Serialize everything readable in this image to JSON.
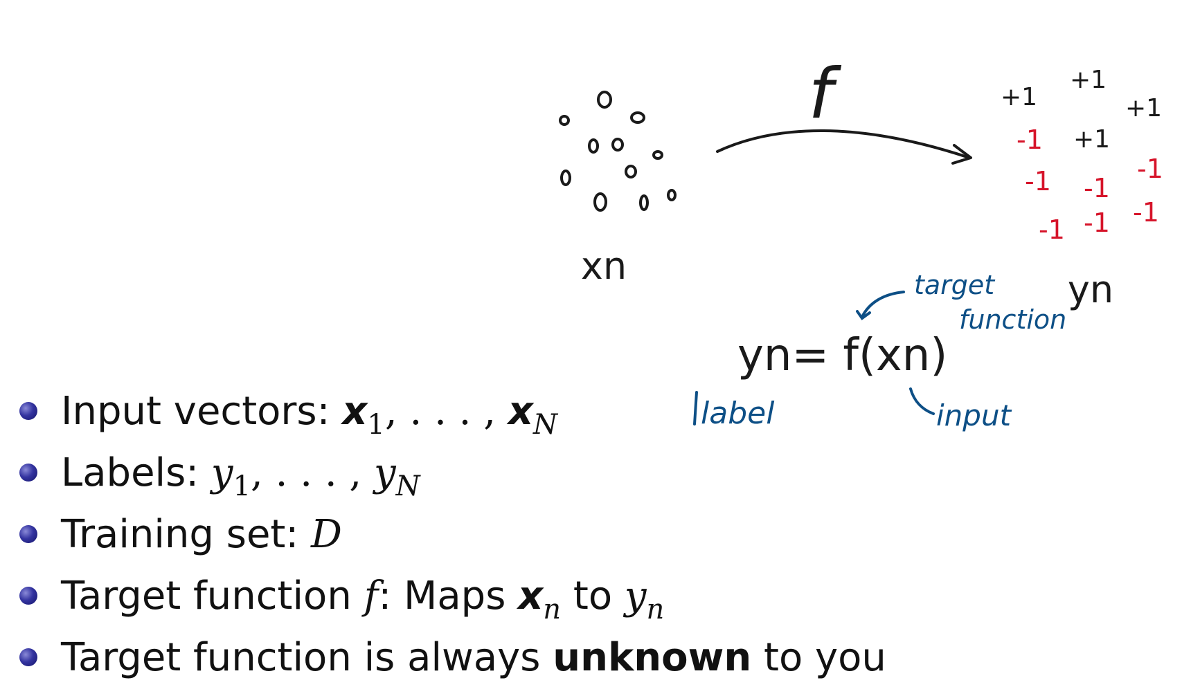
{
  "sketch": {
    "input_symbol": "xn",
    "function_symbol": "f",
    "output_symbol": "yn",
    "equation": "yn= f(xn)",
    "labels": {
      "target_function_line1": "target",
      "target_function_line2": "function",
      "label": "label",
      "input": "input"
    },
    "outputs_positive": [
      "+1",
      "+1",
      "+1",
      "+1"
    ],
    "outputs_negative": [
      "-1",
      "-1",
      "-1",
      "-1",
      "-1",
      "-1",
      "-1"
    ],
    "colors": {
      "ink": "#1a1a1a",
      "positive": "#1a1a1a",
      "negative": "#d6142a",
      "annotation": "#0d4f86"
    }
  },
  "bullets": [
    {
      "prefix": "Input vectors: ",
      "v1": "x",
      "s1": "1",
      "sep": ", . . . , ",
      "v2": "x",
      "s2": "N"
    },
    {
      "prefix": "Labels: ",
      "v1": "y",
      "s1": "1",
      "sep": ", . . . , ",
      "v2": "y",
      "s2": "N"
    },
    {
      "prefix": "Training set: ",
      "sym": "D"
    },
    {
      "prefix": "Target function ",
      "f": "f",
      "mid": ": Maps ",
      "v1": "x",
      "s1": "n",
      "to": " to ",
      "v2": "y",
      "s2": "n"
    },
    {
      "prefix": "Target function is always ",
      "strong": "unknown",
      "suffix": " to you"
    }
  ],
  "bullet_color": "#2a2a90"
}
